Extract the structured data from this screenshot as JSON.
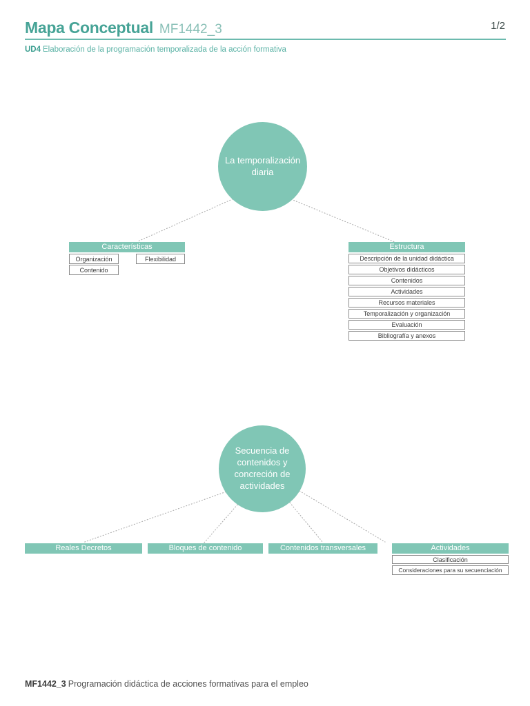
{
  "header": {
    "title": "Mapa Conceptual",
    "code": "MF1442_3",
    "page_indicator": "1/2",
    "unit_code": "UD4",
    "unit_title": "Elaboración de la programación temporalizada de la acción formativa"
  },
  "map1": {
    "root_label": "La temporalización diaria",
    "branches": [
      {
        "label": "Características",
        "children": [
          "Organización",
          "Flexibilidad",
          "Contenido"
        ]
      },
      {
        "label": "Estructura",
        "children": [
          "Descripción de la unidad didáctica",
          "Objetivos didácticos",
          "Contenidos",
          "Actividades",
          "Recursos materiales",
          "Temporalización y organización",
          "Evaluación",
          "Bibliografía y anexos"
        ]
      }
    ]
  },
  "map2": {
    "root_label": "Secuencia de contenidos y concreción de actividades",
    "branches": [
      {
        "label": "Reales Decretos",
        "children": []
      },
      {
        "label": "Bloques de contenido",
        "children": []
      },
      {
        "label": "Contenidos transversales",
        "children": []
      },
      {
        "label": "Actividades",
        "children": [
          "Clasificación",
          "Consideraciones para su secuenciación"
        ]
      }
    ]
  },
  "footer": {
    "code": "MF1442_3",
    "text": "Programación didáctica de acciones formativas para el empleo"
  },
  "colors": {
    "teal_fill": "#80c6b5",
    "title_teal": "#46a396",
    "subtitle_teal": "#8ac0b7",
    "accent_line": "#6cbaae",
    "unit_text": "#58b1a4",
    "box_border": "#8a8a8a",
    "connector": "#ababab",
    "page_text": "#3e4c4a",
    "footer_text": "#515151"
  }
}
